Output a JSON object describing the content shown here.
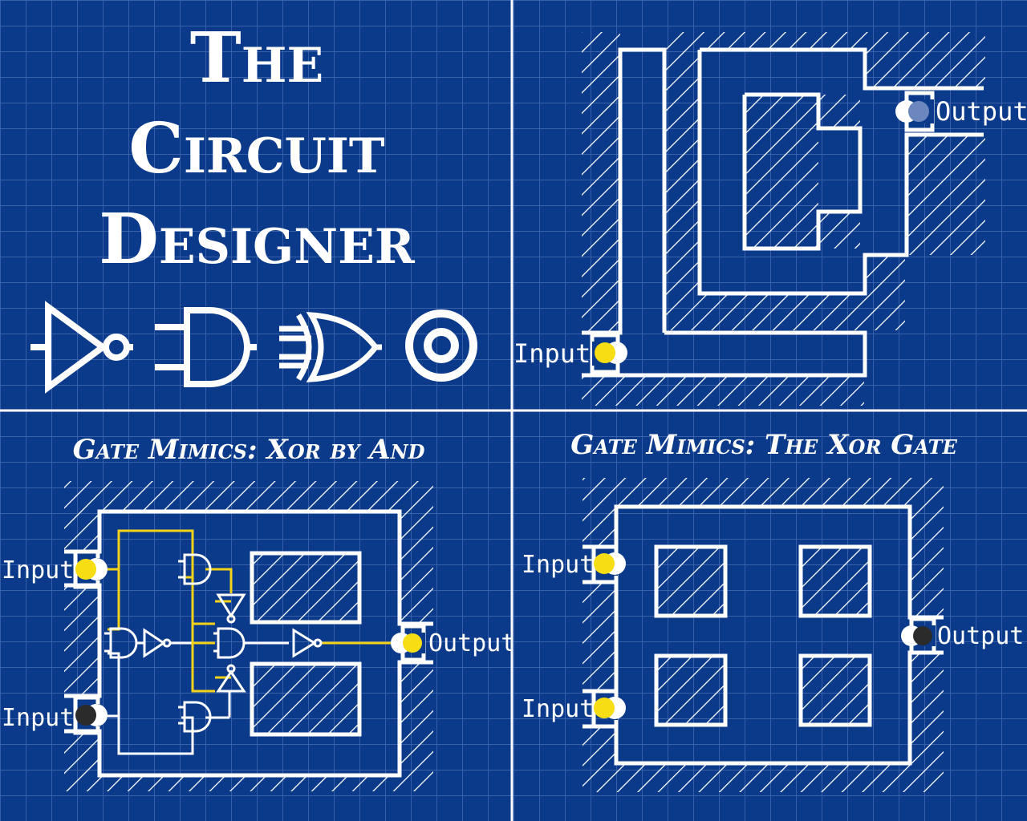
{
  "colors": {
    "background": "#0b3a8a",
    "grid": "#4d73b8",
    "line": "#ffffff",
    "wire_active": "#f4d21a",
    "port_on": "#f6dd14",
    "port_off": "#2b2b2b",
    "port_dim": "#6b87bd"
  },
  "title_panel": {
    "title_lines": [
      "The",
      "Circuit",
      "Designer"
    ],
    "gate_icons": [
      "not-gate-icon",
      "and-gate-icon",
      "xor-gate-icon",
      "target-icon"
    ]
  },
  "top_right_panel": {
    "input_label": "Input",
    "output_label": "Output",
    "input_state": "on",
    "output_state": "dim"
  },
  "bottom_left_panel": {
    "title": "Gate Mimics: Xor by And",
    "input_top_label": "Input",
    "input_bottom_label": "Input",
    "output_label": "Output",
    "input_top_state": "on",
    "input_bottom_state": "off",
    "output_state": "on"
  },
  "bottom_right_panel": {
    "title": "Gate Mimics: The Xor Gate",
    "input_top_label": "Input",
    "input_bottom_label": "Input",
    "output_label": "Output",
    "input_top_state": "on",
    "input_bottom_state": "on",
    "output_state": "off"
  }
}
